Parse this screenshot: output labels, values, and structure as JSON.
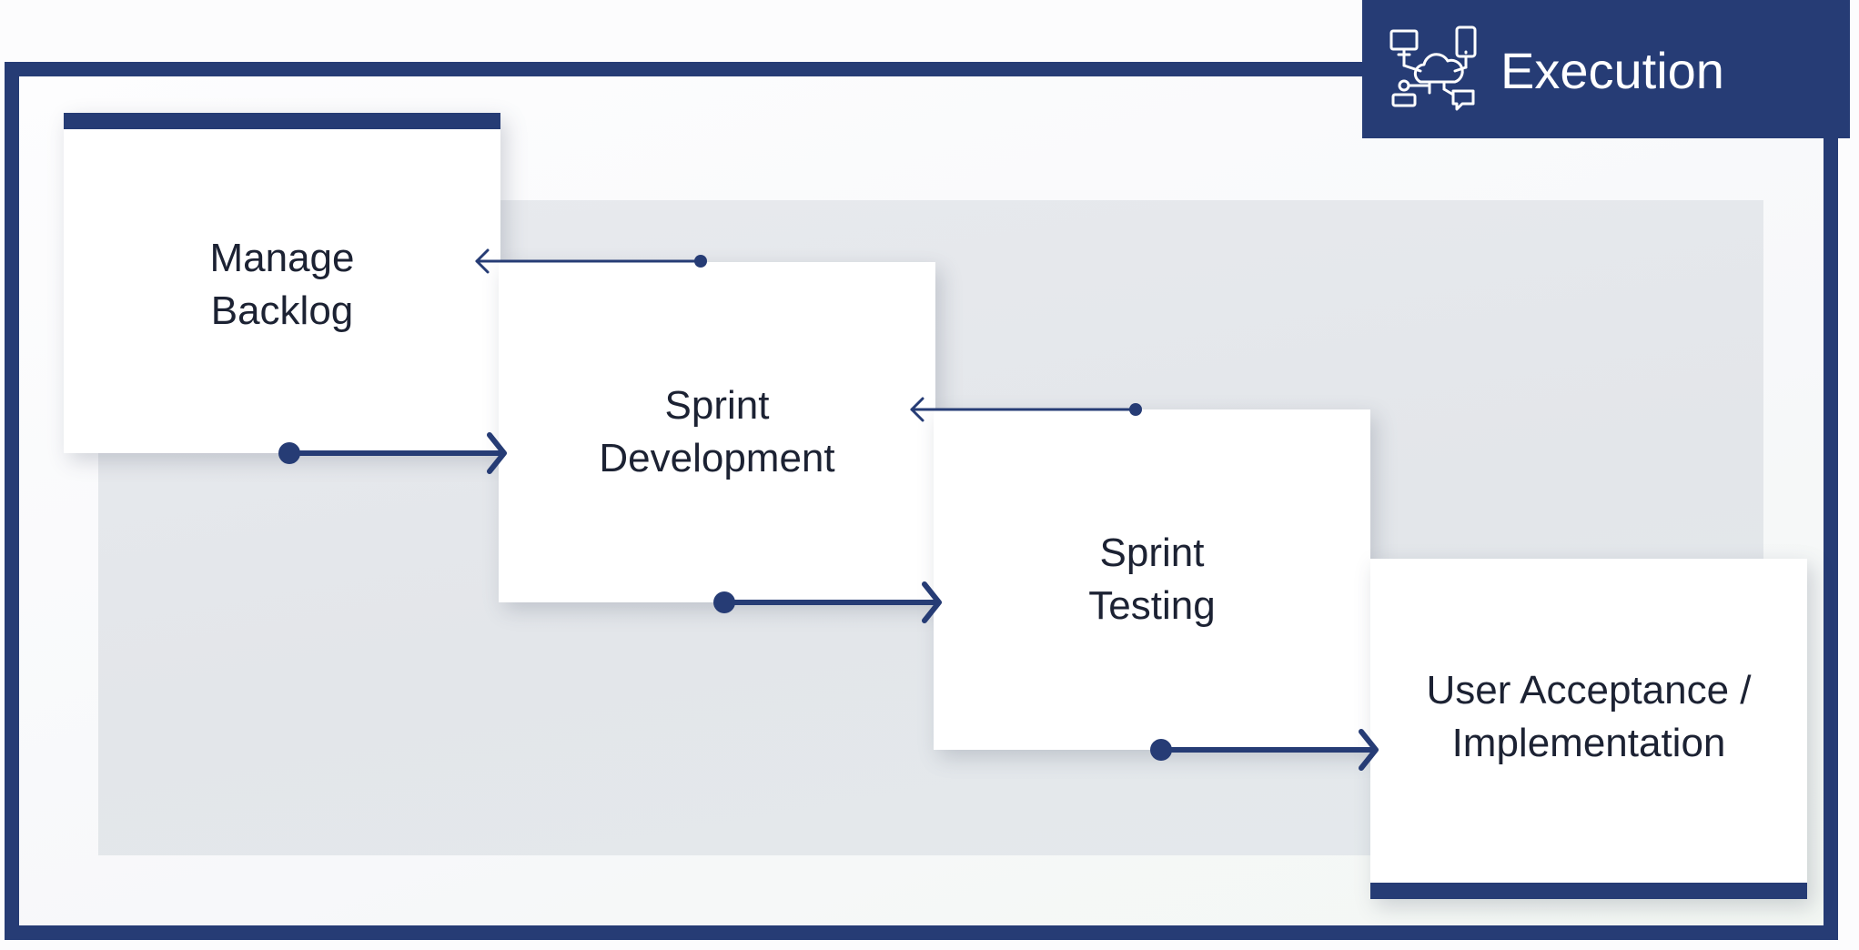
{
  "header": {
    "title": "Execution",
    "icon": "cloud-network-devices-icon",
    "color": "#263c75"
  },
  "steps": [
    {
      "label": "Manage\nBacklog"
    },
    {
      "label": "Sprint\nDevelopment"
    },
    {
      "label": "Sprint\nTesting"
    },
    {
      "label": "User Acceptance /\nImplementation"
    }
  ],
  "colors": {
    "accent": "#263c75",
    "panel": "#e5e8ec",
    "box": "#ffffff"
  }
}
